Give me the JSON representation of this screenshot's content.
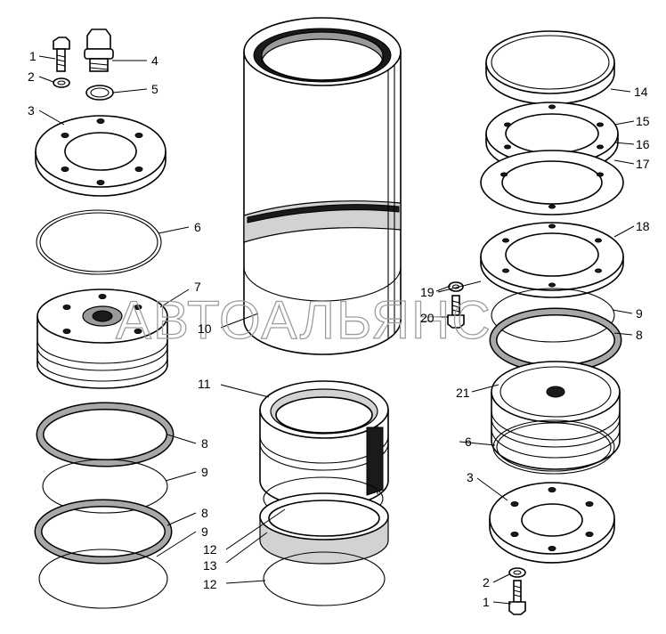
{
  "watermark": "АВТОАЛЬЯНС",
  "callouts": {
    "c1a": "1",
    "c2a": "2",
    "c3a": "3",
    "c4": "4",
    "c5": "5",
    "c6a": "6",
    "c7": "7",
    "c8a": "8",
    "c9a": "9",
    "c8b": "8",
    "c9b": "9",
    "c10": "10",
    "c11": "11",
    "c12a": "12",
    "c13": "13",
    "c12b": "12",
    "c14": "14",
    "c15": "15",
    "c16": "16",
    "c17": "17",
    "c18": "18",
    "c19": "19",
    "c20": "20",
    "c9c": "9",
    "c8c": "8",
    "c21": "21",
    "c6b": "6",
    "c3b": "3",
    "c2b": "2",
    "c1b": "1"
  }
}
